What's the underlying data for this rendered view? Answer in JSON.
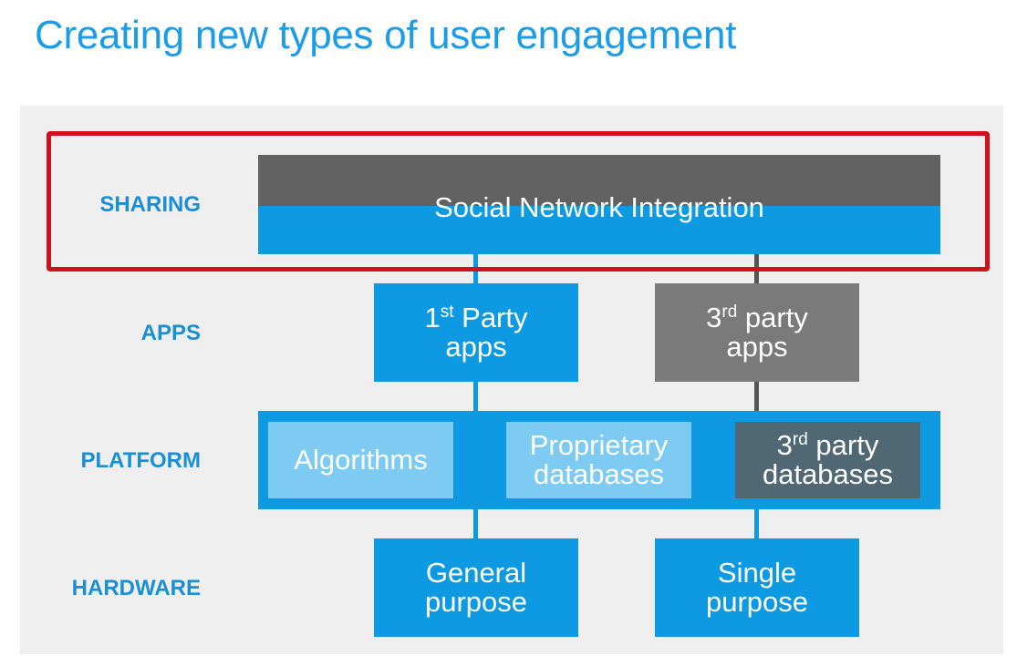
{
  "title": "Creating new types of user engagement",
  "rows": {
    "sharing": "SHARING",
    "apps": "APPS",
    "platform": "PLATFORM",
    "hardware": "HARDWARE"
  },
  "sharing": {
    "label": "Social Network Integration"
  },
  "apps": {
    "first_party": {
      "num": "1",
      "sup": "st",
      "line1_rest": " Party",
      "line2": "apps"
    },
    "third_party": {
      "num": "3",
      "sup": "rd",
      "line1_rest": " party",
      "line2": "apps"
    }
  },
  "platform": {
    "algorithms": "Algorithms",
    "proprietary": {
      "line1": "Proprietary",
      "line2": "databases"
    },
    "third_party": {
      "num": "3",
      "sup": "rd",
      "line1_rest": " party",
      "line2": "databases"
    }
  },
  "hardware": {
    "general": {
      "line1": "General",
      "line2": "purpose"
    },
    "single": {
      "line1": "Single",
      "line2": "purpose"
    }
  },
  "colors": {
    "title": "#1a9ce8",
    "blue": "#0d9ae3",
    "dark_gray": "#626262",
    "gray": "#7a7a7a",
    "light_blue": "#7dcaf3",
    "slate": "#506774",
    "highlight": "#d0101a",
    "panel": "#efefef"
  }
}
